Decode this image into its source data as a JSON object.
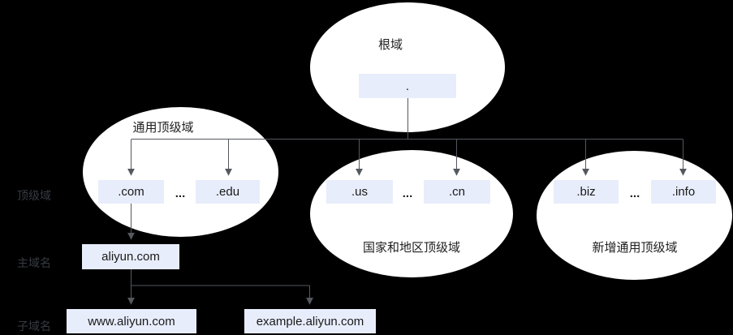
{
  "diagram": {
    "title_hint": "DNS domain hierarchy",
    "colors": {
      "background": "#000000",
      "ellipse_fill": "#ffffff",
      "node_fill": "#e8edfb",
      "node_text": "#1a1a1a",
      "connector": "#55585e",
      "row_label_text": "#363b42"
    },
    "root": {
      "label": "根域",
      "node": "."
    },
    "groups": [
      {
        "label": "通用顶级域",
        "nodes": [
          ".com",
          ".edu"
        ],
        "ellipsis": "..."
      },
      {
        "label": "国家和地区顶级域",
        "nodes": [
          ".us",
          ".cn"
        ],
        "ellipsis": "..."
      },
      {
        "label": "新增通用顶级域",
        "nodes": [
          ".biz",
          ".info"
        ],
        "ellipsis": "..."
      }
    ],
    "row_labels": {
      "tld": "顶级域",
      "main": "主域名",
      "sub": "子域名"
    },
    "main_domain": "aliyun.com",
    "subdomains": [
      "www.aliyun.com",
      "example.aliyun.com"
    ]
  }
}
